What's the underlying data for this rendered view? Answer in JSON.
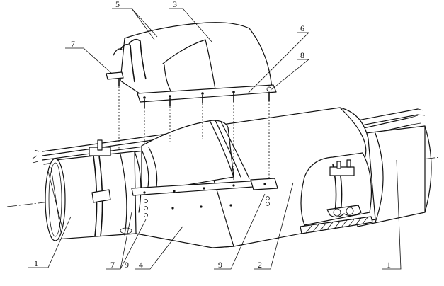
{
  "labels": [
    {
      "id": "cover",
      "text": "3"
    },
    {
      "id": "cover-ribs",
      "text": "5"
    },
    {
      "id": "cover-flange",
      "text": "6"
    },
    {
      "id": "cover-clip",
      "text": "7"
    },
    {
      "id": "cover-bolt",
      "text": "8"
    },
    {
      "id": "pipe-left",
      "text": "1"
    },
    {
      "id": "clip-bottom",
      "text": "7"
    },
    {
      "id": "bolt-bottom-a",
      "text": "9"
    },
    {
      "id": "reducer",
      "text": "4"
    },
    {
      "id": "bolt-bottom-b",
      "text": "9"
    },
    {
      "id": "shell",
      "text": "2"
    },
    {
      "id": "pipe-right",
      "text": "1"
    }
  ]
}
